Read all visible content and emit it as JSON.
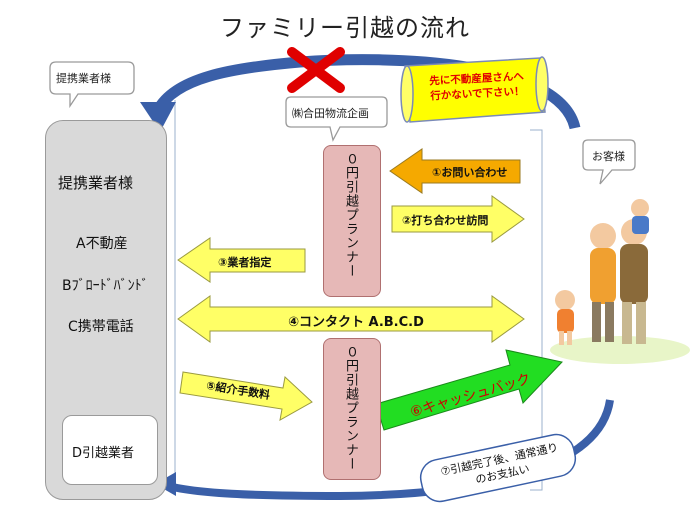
{
  "title": "ファミリー引越の流れ",
  "partner_callout": "提携業者様",
  "company_callout": "㈱合田物流企画",
  "customer_callout": "お客様",
  "partner_panel": {
    "heading": "提携業者様",
    "items": [
      "A不動産",
      "Bﾌﾞﾛｰﾄﾞﾊﾞﾝﾄﾞ",
      "C携帯電話"
    ],
    "moving_company": "D引越業者"
  },
  "planner_label": "０円引越プランナー",
  "warning": {
    "line1": "先に不動産屋さんへ",
    "line2": "行かないで下さい！"
  },
  "steps": {
    "inquiry": "①お問い合わせ",
    "visit": "②打ち合わせ訪問",
    "assign": "③業者指定",
    "contact": "④コンタクト A.B.C.D",
    "referral_fee": "⑤紹介手数料",
    "cashback": "⑥キャッシュバック",
    "final_line1": "⑦引越完了後、通常通り",
    "final_line2": "のお支払い"
  },
  "colors": {
    "orange_arrow": "#f5a900",
    "yellow_arrow": "#ffff66",
    "green_arrow": "#22dd22",
    "blue_arrow": "#3a5fa8",
    "planner_fill": "#e6b8b7",
    "panel_fill": "#d9d9d9",
    "warning_scroll": "#ffff00"
  },
  "icons": [
    "red-x-icon",
    "warning-scroll-icon",
    "family-illustration-icon"
  ]
}
